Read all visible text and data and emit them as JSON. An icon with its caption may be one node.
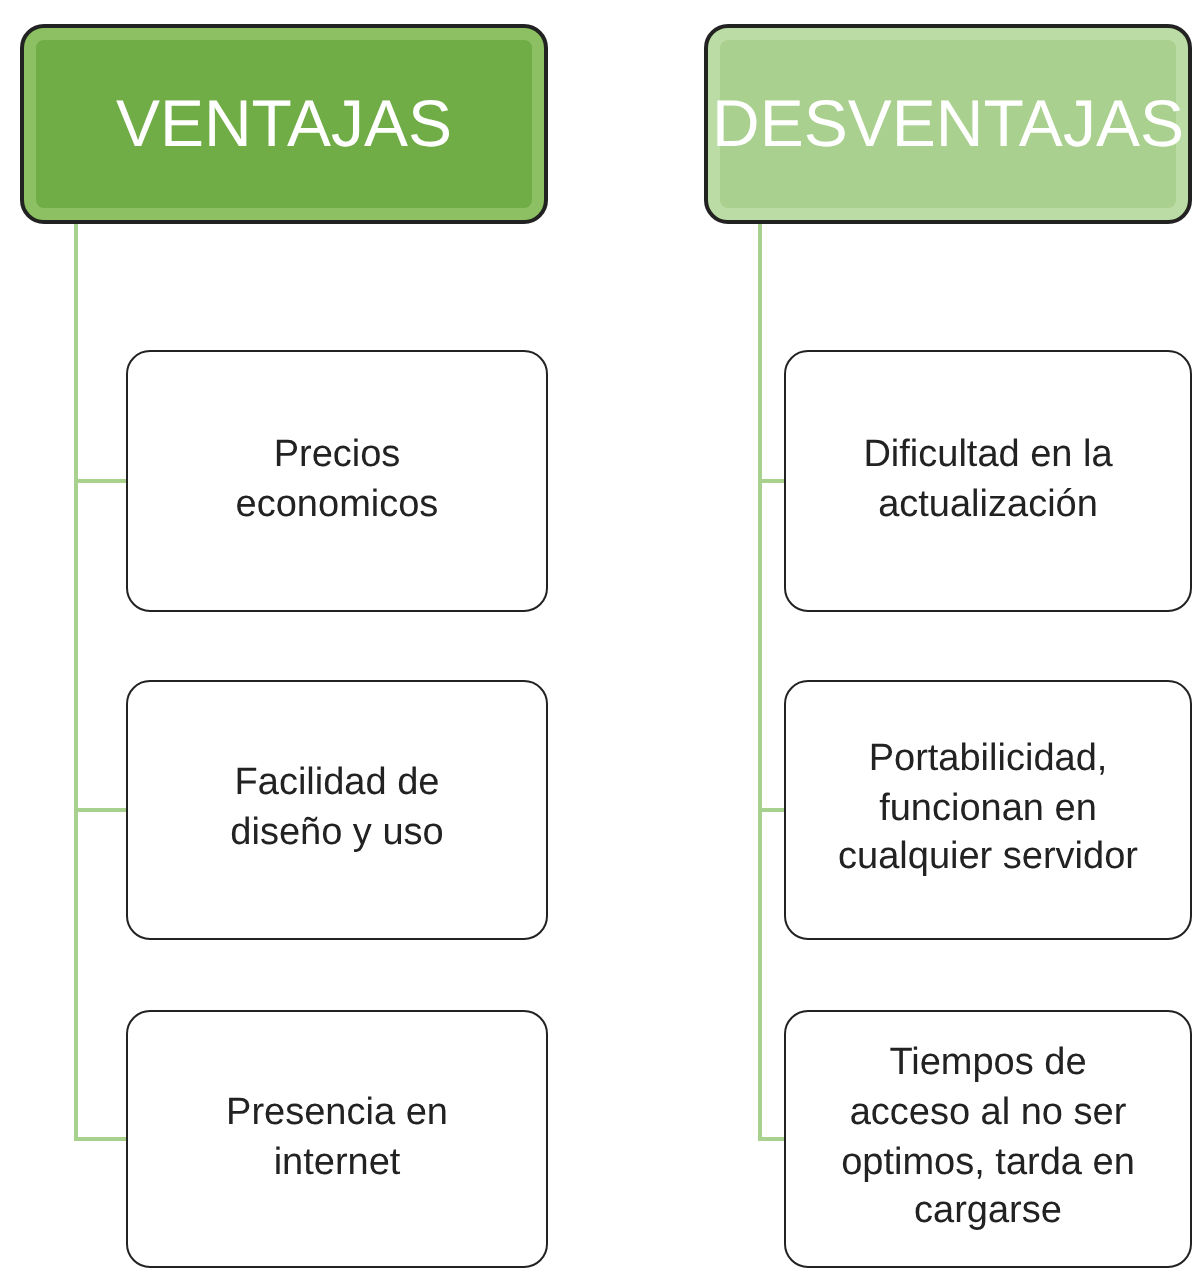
{
  "diagram": {
    "nodes": [
      {
        "text": [
          "VENTAJAS"
        ]
      },
      {
        "text": [
          "Precios economicos"
        ]
      },
      {
        "text": [
          "Facilidad de diseño y uso"
        ]
      },
      {
        "text": [
          "Presencia en internet"
        ]
      },
      {
        "text": [
          "DESVENTAJAS"
        ]
      },
      {
        "text": [
          "Dificultad en la actualización"
        ]
      },
      {
        "text": [
          "Portabilicidad, funcionan en cualquier servidor"
        ]
      },
      {
        "text": [
          "Tiempos de acceso al no ser optimos, tarda en cargarse"
        ]
      }
    ],
    "edges": [
      {
        "from": 0,
        "to": 1,
        "arrow": "none"
      },
      {
        "from": 0,
        "to": 2,
        "arrow": "none"
      },
      {
        "from": 0,
        "to": 3,
        "arrow": "none"
      },
      {
        "from": 4,
        "to": 5,
        "arrow": "none"
      },
      {
        "from": 4,
        "to": 6,
        "arrow": "none"
      },
      {
        "from": 4,
        "to": 7,
        "arrow": "none"
      }
    ]
  }
}
